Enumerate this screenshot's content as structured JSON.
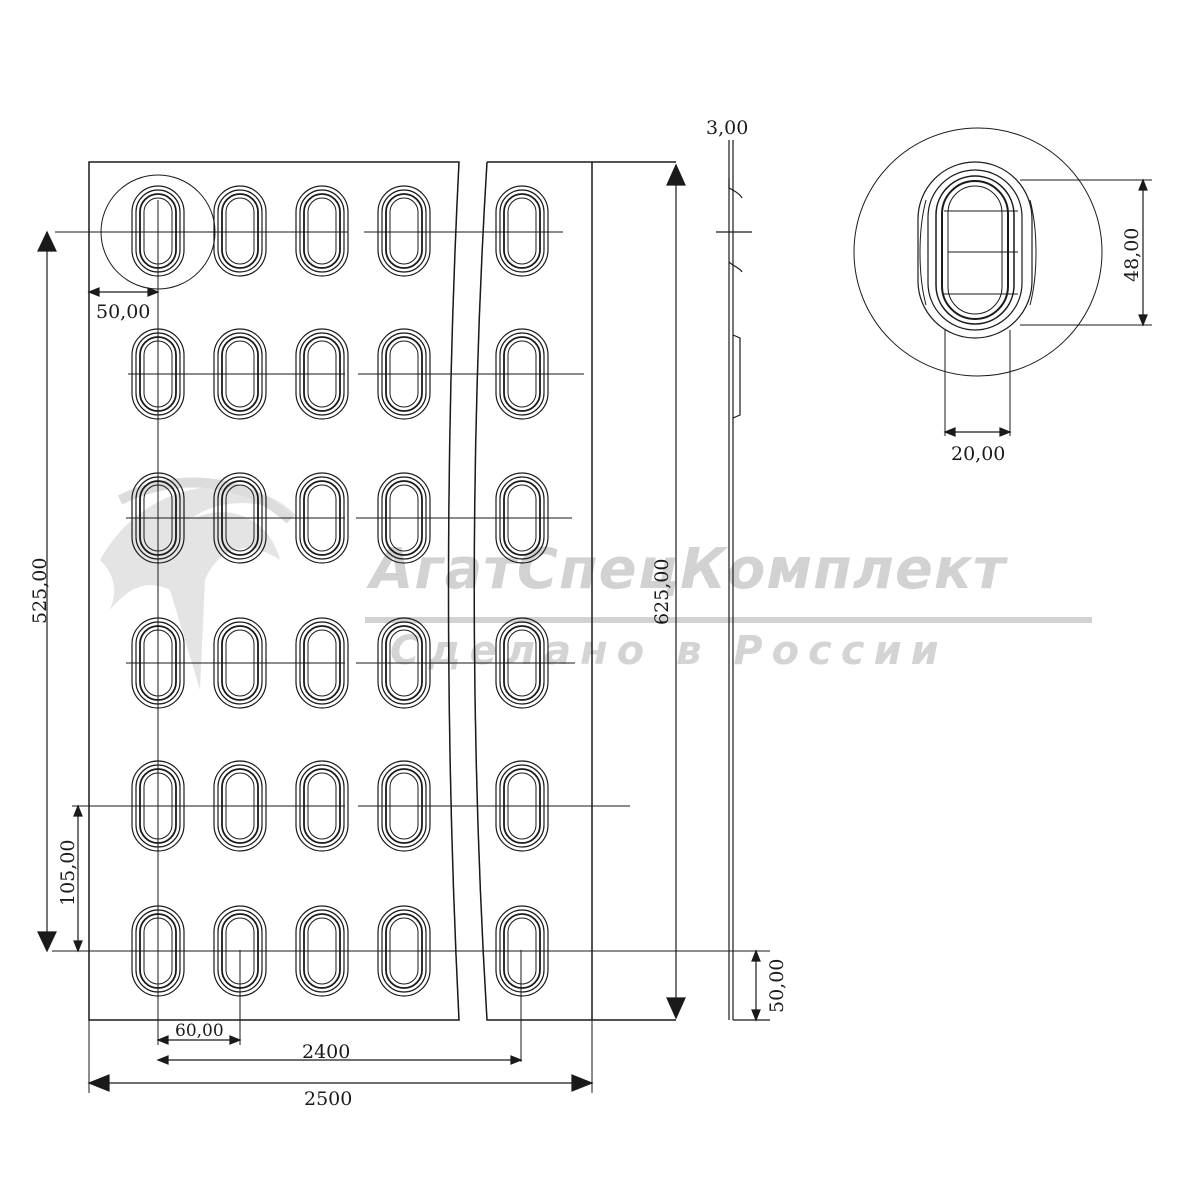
{
  "drawing": {
    "dimensions": {
      "thickness": "3,00",
      "slot_length": "48,00",
      "slot_width": "20,00",
      "edge_offset_x": "50,00",
      "height_total": "625,00",
      "height_pitch_span": "525,00",
      "row_pitch": "105,00",
      "bottom_offset": "50,00",
      "column_pitch": "60,00",
      "pitch_span": "2400",
      "width_total": "2500"
    },
    "grid": {
      "columns": 5,
      "rows": 6
    },
    "watermark": {
      "title": "АгатСпецКомплект",
      "subtitle": "Сделано в России"
    },
    "colors": {
      "line": "#1a1a1a",
      "watermark": "#d2d2d2"
    }
  }
}
